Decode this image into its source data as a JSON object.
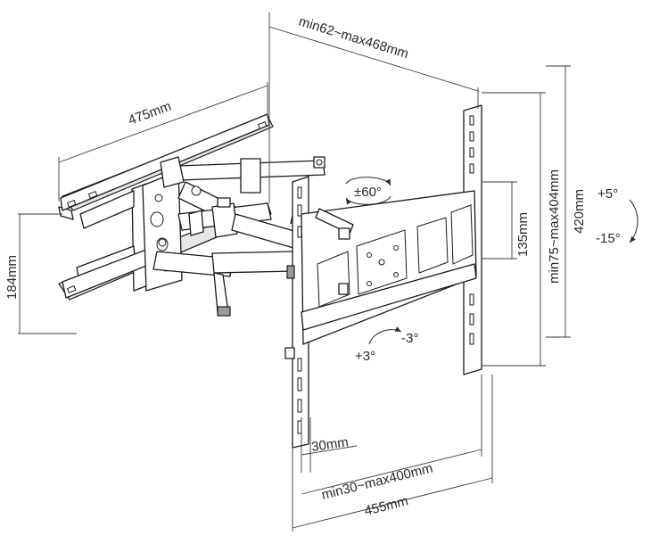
{
  "diagram": {
    "labels": {
      "depth": "min62~max468mm",
      "wall_plate_width": "475mm",
      "wall_plate_height": "184mm",
      "swivel": "±60°",
      "tilt_up": "+5°",
      "tilt_down": "-15°",
      "level_plus": "+3°",
      "level_minus": "-3°",
      "vesa_v_small": "135mm",
      "vesa_v_range": "min75~max404mm",
      "tv_plate_height": "420mm",
      "vesa_h_small": "30mm",
      "vesa_h_range": "min30~max400mm",
      "tv_plate_width": "455mm"
    },
    "colors": {
      "line": "#1a1a1a",
      "text": "#2a2a2a",
      "fill_light": "#e6e6e6",
      "background": "#ffffff"
    }
  }
}
